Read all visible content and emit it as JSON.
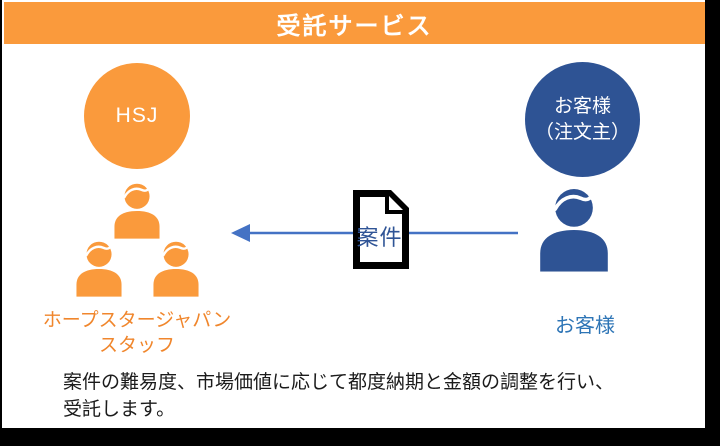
{
  "header": {
    "title": "受託サービス"
  },
  "left": {
    "circle_label": "HSJ",
    "staff_label_line1": "ホープスタージャパン",
    "staff_label_line2": "スタッフ"
  },
  "center": {
    "document_label": "案件"
  },
  "right": {
    "circle_label_line1": "お客様",
    "circle_label_line2": "（注文主）",
    "person_label": "お客様"
  },
  "footer": {
    "line1": "案件の難易度、市場価値に応じて都度納期と金額の調整を行い、",
    "line2": "受託します。"
  },
  "icons": {
    "person": "person-icon",
    "document": "document-icon",
    "arrow": "arrow-left-icon"
  },
  "colors": {
    "orange": "#FA9A3C",
    "orange_text": "#F0862C",
    "dark_blue": "#2E5394",
    "arrow_blue": "#4472C4",
    "label_blue": "#2E75B6",
    "doc_text_blue": "#2F5496",
    "header_text": "#FFFFFF",
    "body_text": "#1B1B1B",
    "slide_background": "#FFFFFF",
    "page_background": "#000000"
  }
}
